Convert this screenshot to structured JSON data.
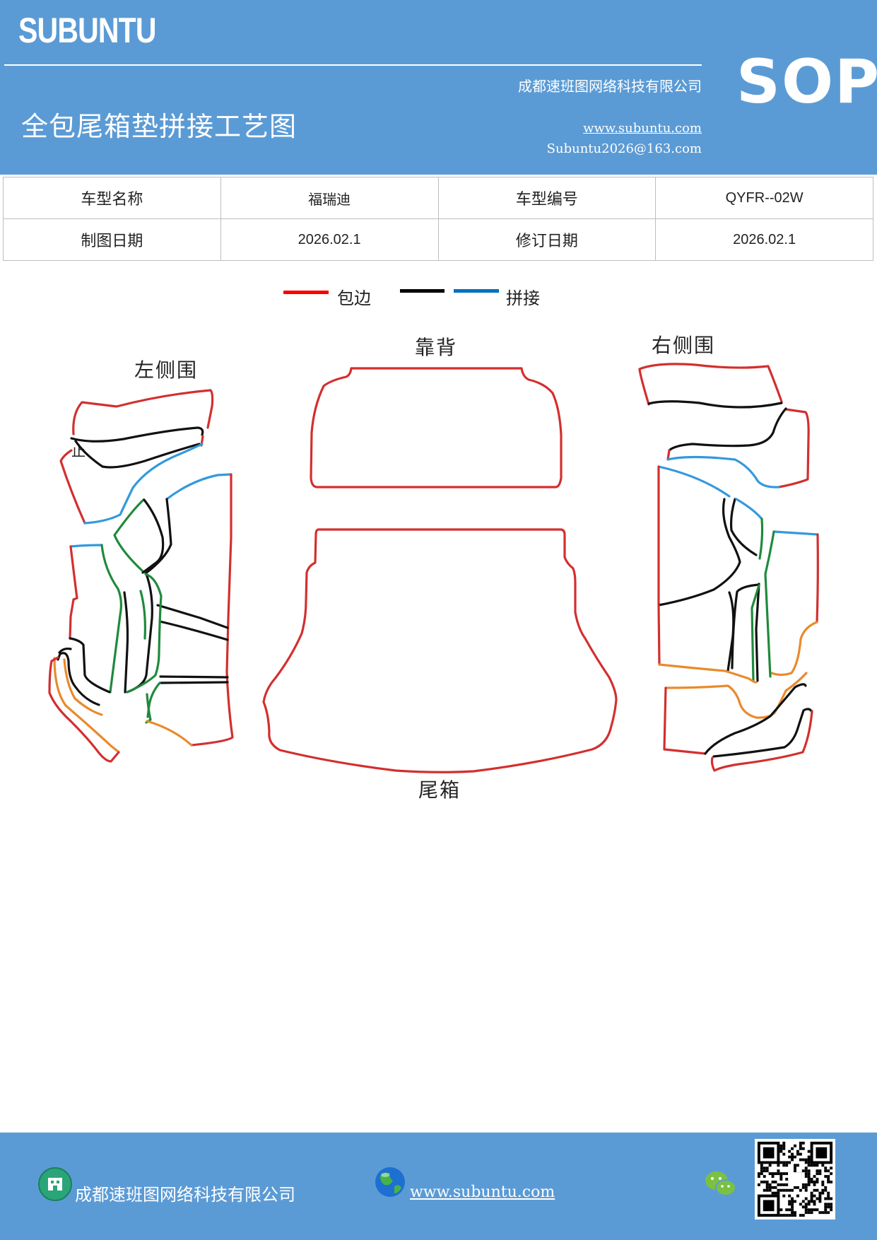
{
  "header": {
    "brand": "SUBUNTU",
    "company": "成都速班图网络科技有限公司",
    "title": "全包尾箱垫拼接工艺图",
    "website": "www.subuntu.com",
    "email": "Subuntu2026@163.com",
    "badge": "SOP"
  },
  "info_table": {
    "rows": [
      [
        "车型名称",
        "福瑞迪",
        "车型编号",
        "QYFR--02W"
      ],
      [
        "制图日期",
        "2026.02.1",
        "修订日期",
        "2026.02.1"
      ]
    ]
  },
  "legend": {
    "items": [
      {
        "label": "包边",
        "color": "#ff0000"
      },
      {
        "label": "",
        "color": "#000000"
      },
      {
        "label": "拼接",
        "color": "#0070c0"
      }
    ]
  },
  "diagram": {
    "colors": {
      "edge": "#d32f2f",
      "seam": "#111111",
      "blue": "#3399dd",
      "green": "#1f8a3c",
      "orange": "#e98a2c"
    },
    "labels": {
      "left": "左侧围",
      "back": "靠背",
      "right": "右侧围",
      "trunk": "尾箱",
      "mark": "止"
    }
  },
  "footer": {
    "company": "成都速班图网络科技有限公司",
    "website": "www.subuntu.com",
    "icons": [
      "building-icon",
      "globe-icon",
      "wechat-icon",
      "qr-code"
    ]
  }
}
